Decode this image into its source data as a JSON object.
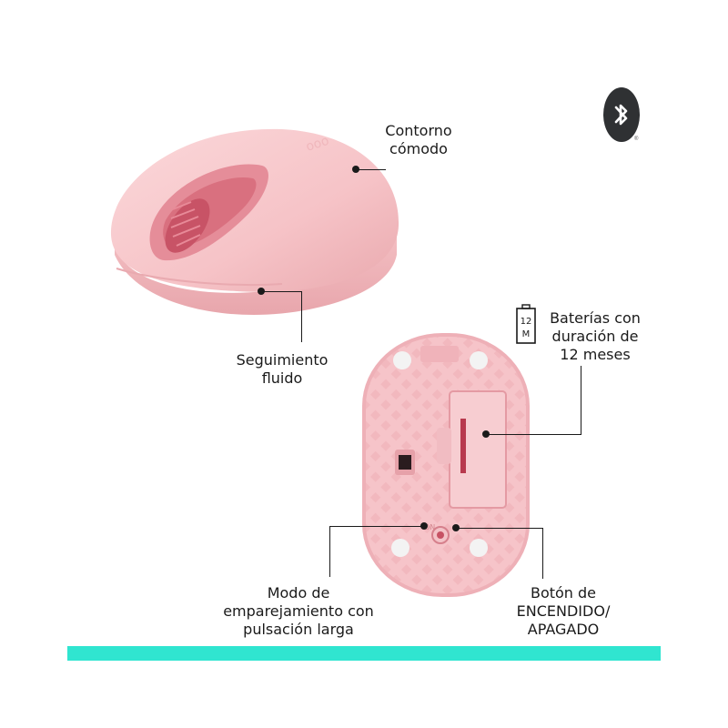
{
  "badge": {
    "icon": "bluetooth-icon",
    "color": "#2f3133",
    "mark": "®"
  },
  "callouts": {
    "contorno": [
      "Contorno",
      "cómodo"
    ],
    "seguimiento": [
      "Seguimiento",
      "fluido"
    ],
    "baterias": [
      "Baterías con",
      "duración de",
      "12 meses"
    ],
    "modo": [
      "Modo de",
      "emparejamiento con",
      "pulsación larga"
    ],
    "boton": [
      "Botón de",
      "ENCENDIDO/",
      "APAGADO"
    ]
  },
  "battery_icon": {
    "icon": "battery-icon",
    "text_top": "12",
    "text_bottom": "M"
  },
  "colors": {
    "accent_bar": "#30e5d0",
    "mouse_pink": "#f8c8cc",
    "mouse_accent": "#e58d99"
  }
}
